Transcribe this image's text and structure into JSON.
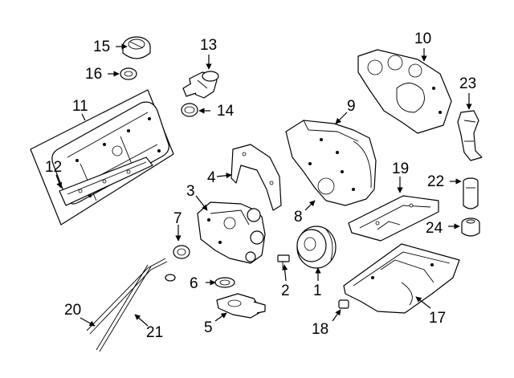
{
  "callouts": {
    "c1": "1",
    "c2": "2",
    "c3": "3",
    "c4": "4",
    "c5": "5",
    "c6": "6",
    "c7": "7",
    "c8": "8",
    "c9": "9",
    "c10": "10",
    "c11": "11",
    "c12": "12",
    "c13": "13",
    "c14": "14",
    "c15": "15",
    "c16": "16",
    "c17": "17",
    "c18": "18",
    "c19": "19",
    "c20": "20",
    "c21": "21",
    "c22": "22",
    "c23": "23",
    "c24": "24"
  },
  "colors": {
    "line": "#000000",
    "background": "#ffffff"
  }
}
